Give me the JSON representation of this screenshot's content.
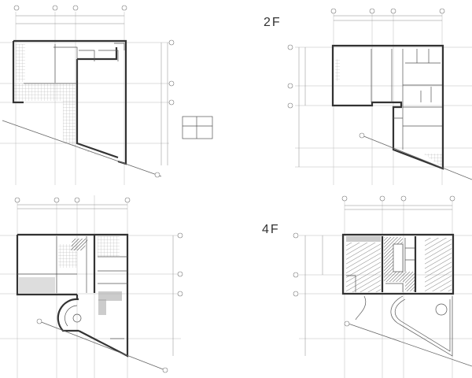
{
  "sheet": {
    "plans": [
      {
        "id": "plan-1f",
        "label": ""
      },
      {
        "id": "plan-2f",
        "label": "2F"
      },
      {
        "id": "plan-3f",
        "label": ""
      },
      {
        "id": "plan-4f",
        "label": "4F"
      }
    ]
  }
}
